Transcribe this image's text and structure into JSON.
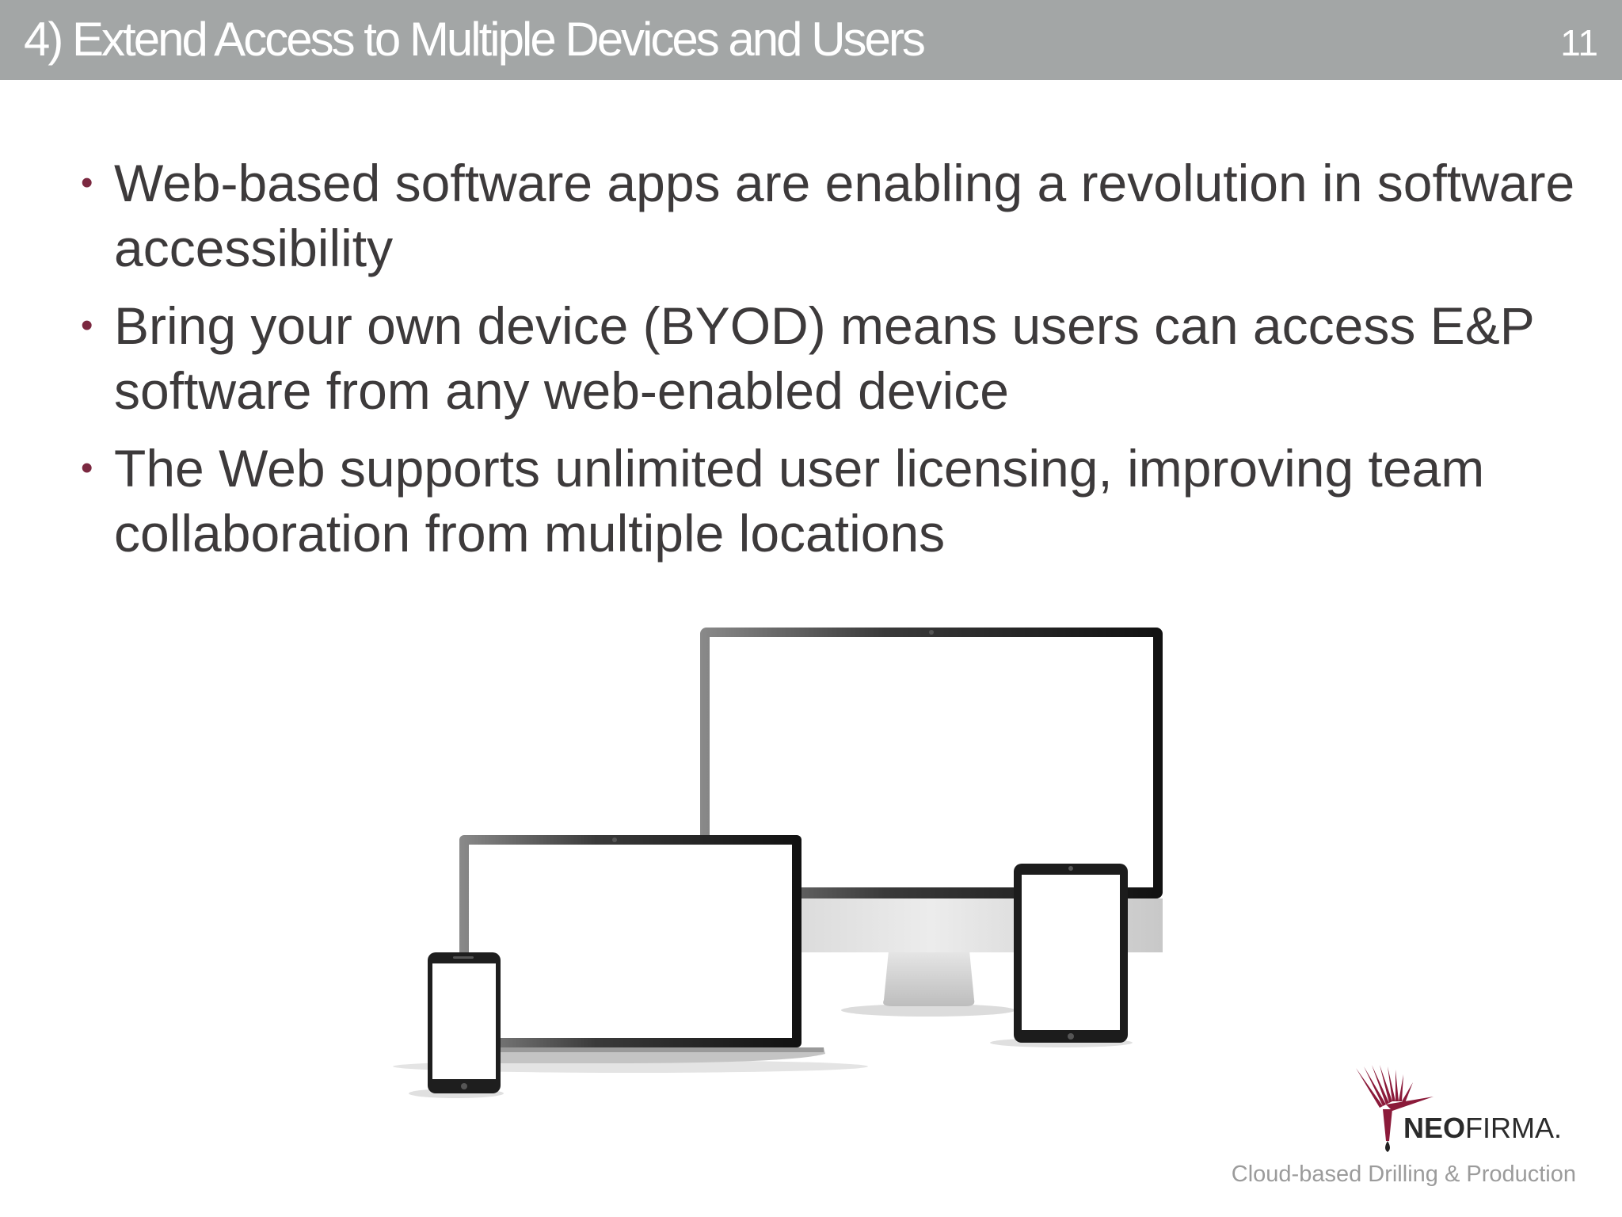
{
  "header": {
    "title": "4) Extend Access to Multiple Devices and Users",
    "page_number": "11"
  },
  "bullets": [
    {
      "text": "Web-based software apps are enabling a revolution in software accessibility"
    },
    {
      "text": "Bring your own device (BYOD) means users can access E&P software from any web-enabled device"
    },
    {
      "text": "The Web supports unlimited user licensing, improving team collaboration from multiple locations"
    }
  ],
  "bullet_color": "#7b2840",
  "logo": {
    "name_bold": "NEO",
    "name_rest": "FIRMA",
    "mark": ".",
    "tagline": "Cloud-based Drilling & Production",
    "accent_color": "#8b1a3a"
  },
  "illustration": [
    "monitor",
    "laptop",
    "smartphone",
    "tablet"
  ]
}
